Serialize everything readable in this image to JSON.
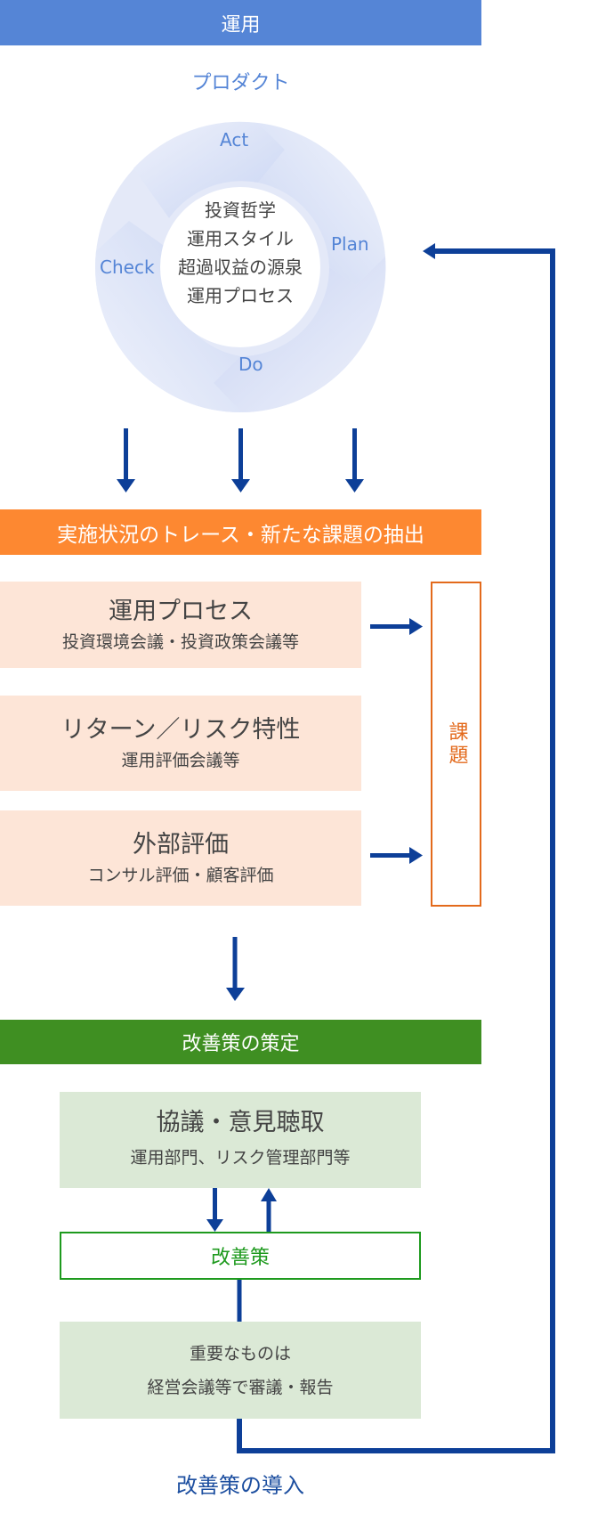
{
  "header": {
    "title": "運用"
  },
  "product": {
    "title": "プロダクト",
    "cycle": {
      "act": "Act",
      "plan": "Plan",
      "do": "Do",
      "check": "Check"
    },
    "center_lines": [
      "投資哲学",
      "運用スタイル",
      "超過収益の源泉",
      "運用プロセス"
    ]
  },
  "trace_section": {
    "title": "実施状況のトレース・新たな課題の抽出"
  },
  "sources": [
    {
      "main": "運用プロセス",
      "sub": "投資環境会議・投資政策会議等"
    },
    {
      "main": "リターン／リスク特性",
      "sub": "運用評価会議等"
    },
    {
      "main": "外部評価",
      "sub": "コンサル評価・顧客評価"
    }
  ],
  "issues": {
    "label": "課題"
  },
  "improvement_section": {
    "title": "改善策の策定"
  },
  "consultation": {
    "main": "協議・意見聴取",
    "sub": "運用部門、リスク管理部門等"
  },
  "improvement_box": {
    "label": "改善策"
  },
  "report": {
    "line1": "重要なものは",
    "line2": "経営会議等で審議・報告"
  },
  "introduction": {
    "label": "改善策の導入"
  },
  "colors": {
    "header_blue": "#5585d6",
    "orange": "#fd8831",
    "green": "#3f8f22",
    "arrow_navy": "#0d3f98",
    "peach": "#fde5d7",
    "light_green": "#dbe9d6",
    "cycle_light": "#e8ecfa"
  }
}
